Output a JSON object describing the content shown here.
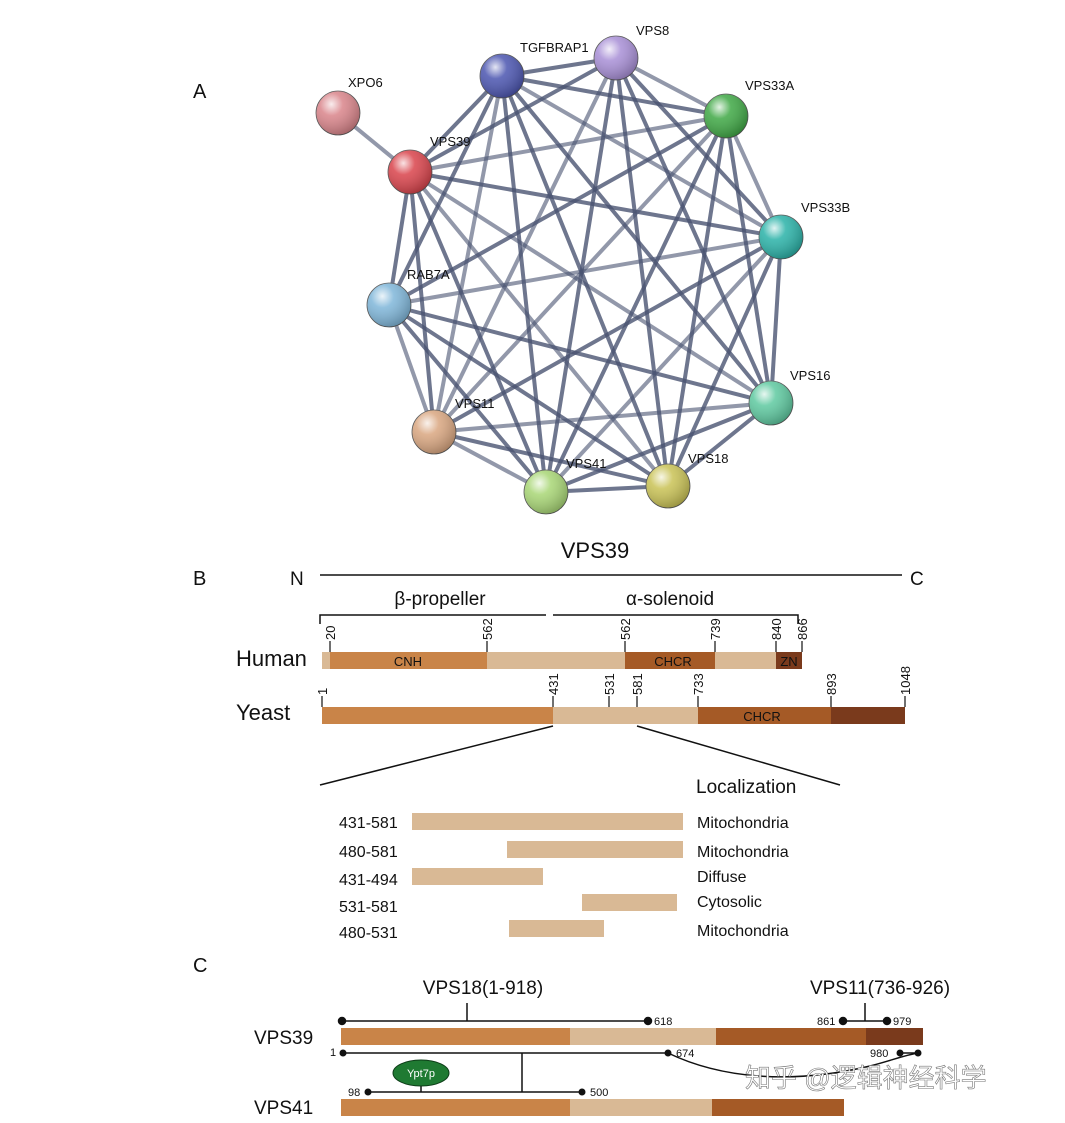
{
  "panel_labels": {
    "a": "A",
    "b": "B",
    "c": "C"
  },
  "network": {
    "nodes": [
      {
        "id": "XPO6",
        "label": "XPO6",
        "color": "#d9848a"
      },
      {
        "id": "TGFBRAP1",
        "label": "TGFBRAP1",
        "color": "#4b55b0"
      },
      {
        "id": "VPS8",
        "label": "VPS8",
        "color": "#a88fd6"
      },
      {
        "id": "VPS33A",
        "label": "VPS33A",
        "color": "#3fa845"
      },
      {
        "id": "VPS39",
        "label": "VPS39",
        "color": "#d9434b"
      },
      {
        "id": "VPS33B",
        "label": "VPS33B",
        "color": "#2ab2a8"
      },
      {
        "id": "RAB7A",
        "label": "RAB7A",
        "color": "#7fb6d9"
      },
      {
        "id": "VPS16",
        "label": "VPS16",
        "color": "#5ec9a0"
      },
      {
        "id": "VPS11",
        "label": "VPS11",
        "color": "#d9a680"
      },
      {
        "id": "VPS41",
        "label": "VPS41",
        "color": "#a8d675"
      },
      {
        "id": "VPS18",
        "label": "VPS18",
        "color": "#c9c255"
      }
    ],
    "edge_color": "#4a5472"
  },
  "panel_b": {
    "title": "VPS39",
    "n_label": "N",
    "c_label": "C",
    "beta_label": "β-propeller",
    "alpha_label": "α-solenoid",
    "human": {
      "label": "Human",
      "ticks": [
        "20",
        "562",
        "562",
        "739",
        "840",
        "866"
      ],
      "domains": [
        "CNH",
        "CHCR",
        "ZN"
      ]
    },
    "yeast": {
      "label": "Yeast",
      "ticks": [
        "1",
        "431",
        "531",
        "581",
        "733",
        "893",
        "1048"
      ],
      "domains": [
        "CHCR"
      ]
    },
    "localization_header": "Localization",
    "fragments": [
      {
        "range": "431-581",
        "localization": "Mitochondria"
      },
      {
        "range": "480-581",
        "localization": "Mitochondria"
      },
      {
        "range": "431-494",
        "localization": "Diffuse"
      },
      {
        "range": "531-581",
        "localization": "Cytosolic"
      },
      {
        "range": "480-531",
        "localization": "Mitochondria"
      }
    ]
  },
  "panel_c": {
    "vps18_label": "VPS18(1-918)",
    "vps11_label": "VPS11(736-926)",
    "vps39_label": "VPS39",
    "vps41_label": "VPS41",
    "ypt7p_label": "Ypt7p",
    "ticks": {
      "t618": "618",
      "t861": "861",
      "t979": "979",
      "t1": "1",
      "t674": "674",
      "t980": "980",
      "t98": "98",
      "t500": "500"
    }
  },
  "watermark": "知乎 @逻辑神经科学",
  "colors": {
    "orange": "#c98448",
    "tan": "#d9b995",
    "brown": "#a55a26",
    "dark_brown": "#7a3a1c",
    "ypt7p_green": "#1f7a32"
  }
}
